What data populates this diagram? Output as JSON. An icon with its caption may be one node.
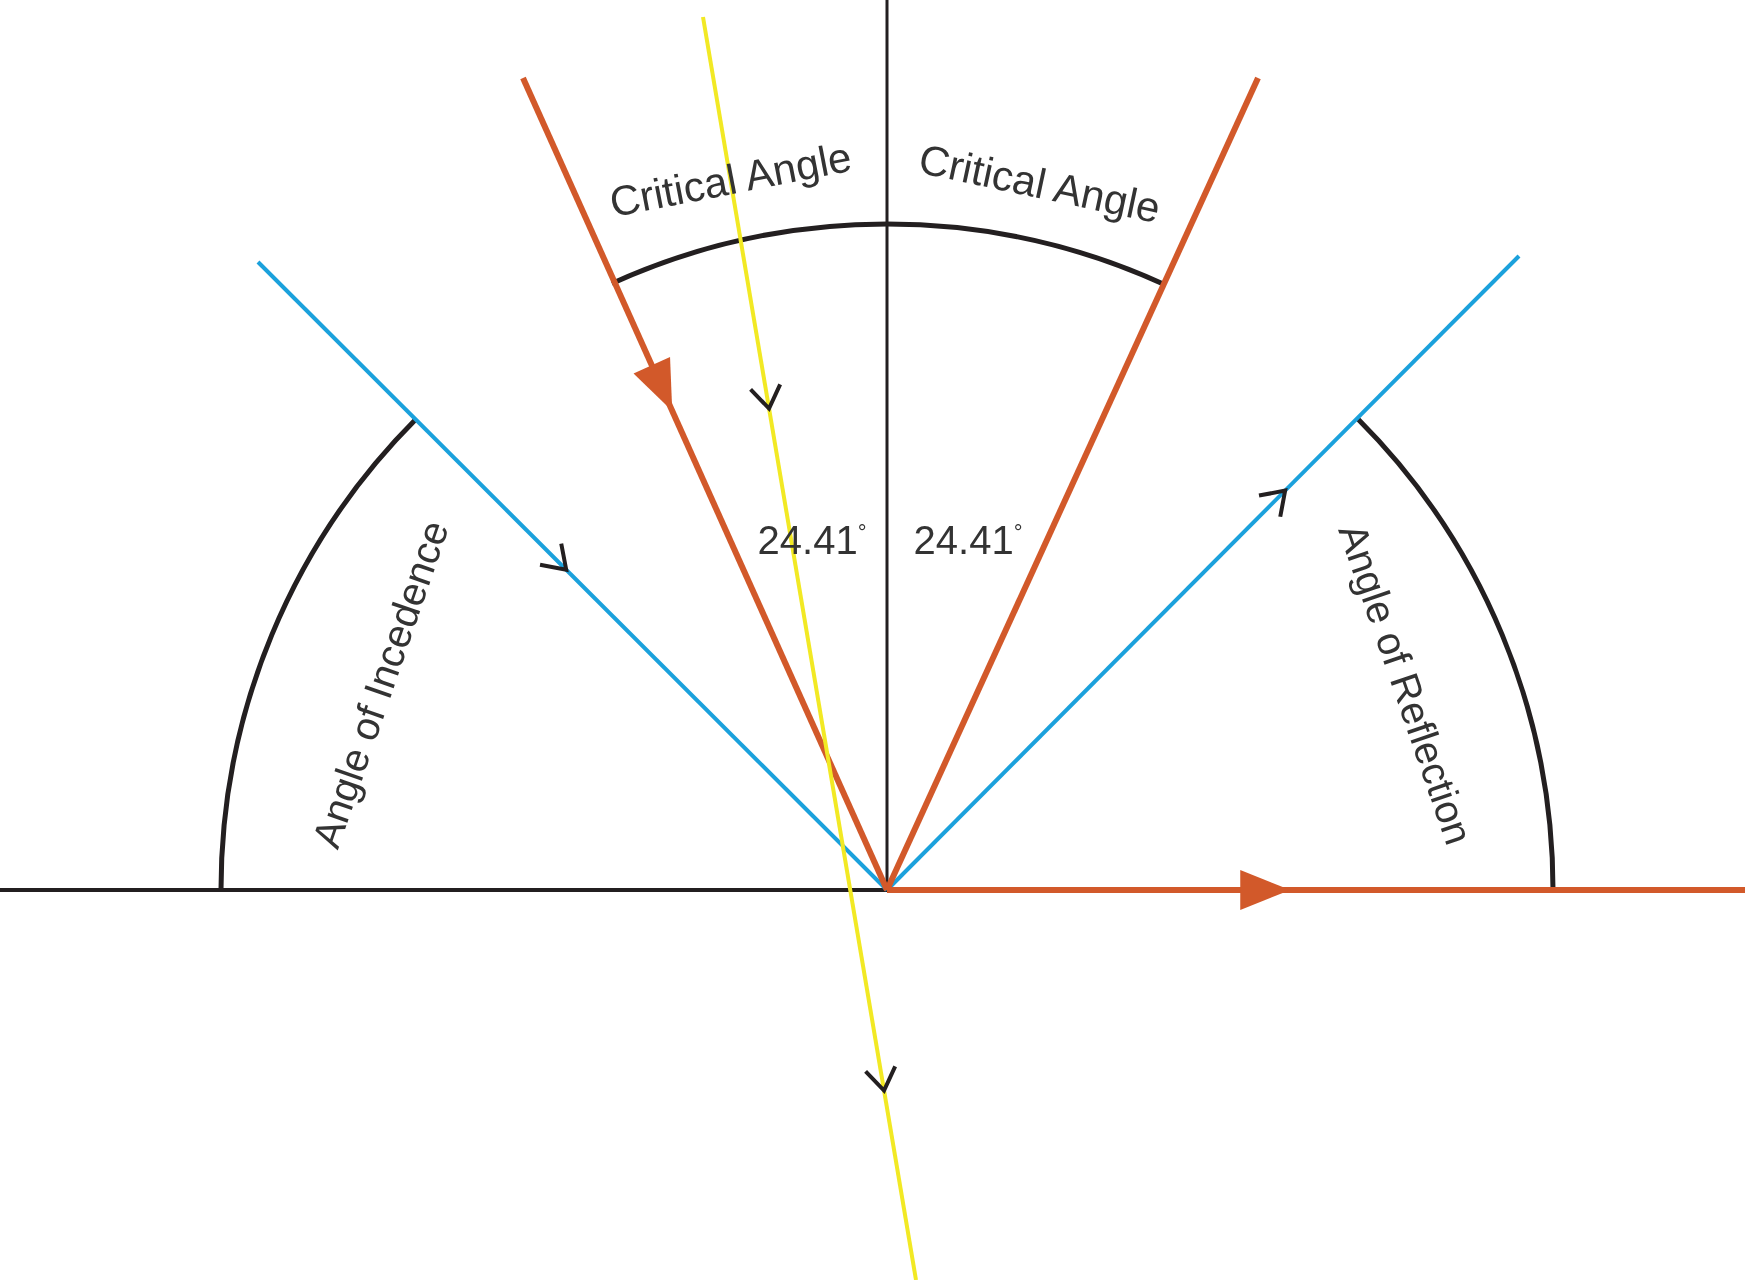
{
  "diagram": {
    "labels": [
      "Critical Angle",
      "Critical Angle",
      "24.41$^{°}$",
      "24.41$^{°}$",
      "Angle of Incedence",
      "Angle of Reflection"
    ]
  }
}
